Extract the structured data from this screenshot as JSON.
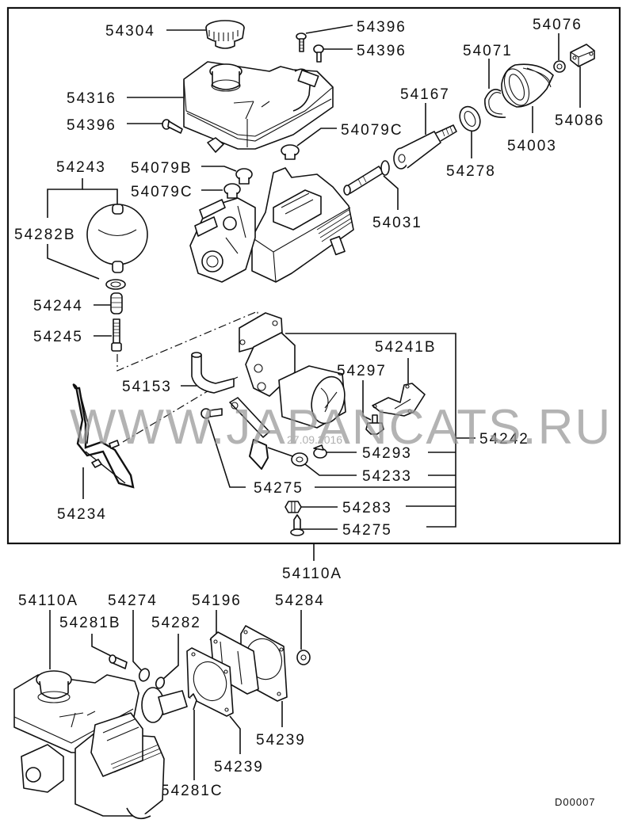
{
  "diagram": {
    "title_code": "D00007",
    "watermark": "WWW.JAPANCATS.RU",
    "stamp": "27.09.2016",
    "main_assembly_label": "54110A",
    "labels": {
      "p54304": "54304",
      "p54396a": "54396",
      "p54396b": "54396",
      "p54316": "54316",
      "p54396c": "54396",
      "p54079c_top": "54079C",
      "p54167": "54167",
      "p54071": "54071",
      "p54076": "54076",
      "p54086": "54086",
      "p54003": "54003",
      "p54278": "54278",
      "p54031": "54031",
      "p54243": "54243",
      "p54079b": "54079B",
      "p54079c": "54079C",
      "p54282b": "54282B",
      "p54244": "54244",
      "p54245": "54245",
      "p54153": "54153",
      "p54241b": "54241B",
      "p54297": "54297",
      "p54242": "54242",
      "p54293": "54293",
      "p54233": "54233",
      "p54275a": "54275",
      "p54283": "54283",
      "p54275b": "54275",
      "p54234": "54234",
      "p54110a_bottom": "54110A",
      "p54110a_lower": "54110A",
      "p54274": "54274",
      "p54196": "54196",
      "p54284": "54284",
      "p54281b": "54281B",
      "p54282": "54282",
      "p54239a": "54239",
      "p54239b": "54239",
      "p54281c": "54281C"
    }
  }
}
